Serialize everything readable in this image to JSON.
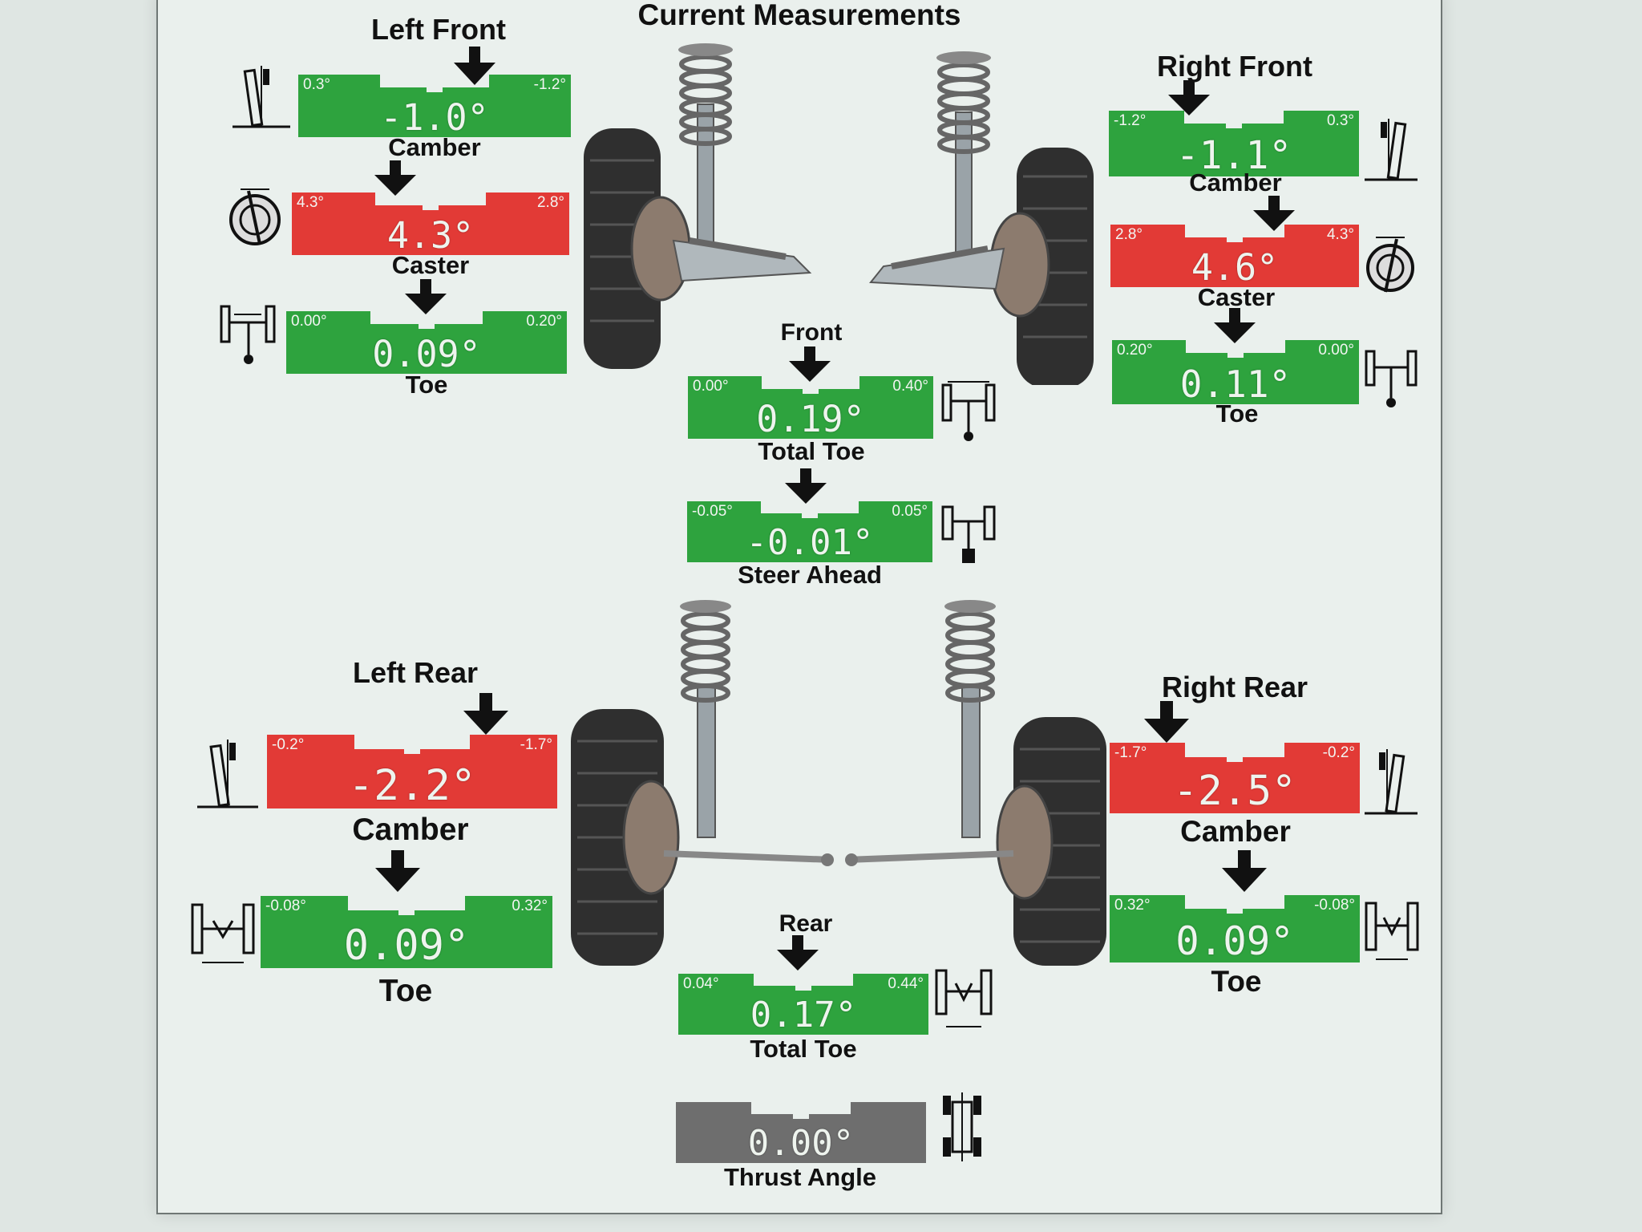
{
  "title": "Current Measurements",
  "colors": {
    "green": "#2ea33e",
    "red": "#e23a36",
    "gray": "#6e6e6e"
  },
  "sections": {
    "left_front": "Left Front",
    "right_front": "Right Front",
    "front": "Front",
    "left_rear": "Left Rear",
    "right_rear": "Right Rear",
    "rear": "Rear"
  },
  "gauges": {
    "lf_camber": {
      "label": "Camber",
      "min": "0.3°",
      "max": "-1.2°",
      "value": "-1.0°",
      "status": "green"
    },
    "lf_caster": {
      "label": "Caster",
      "min": "4.3°",
      "max": "2.8°",
      "value": "4.3°",
      "status": "red"
    },
    "lf_toe": {
      "label": "Toe",
      "min": "0.00°",
      "max": "0.20°",
      "value": "0.09°",
      "status": "green"
    },
    "rf_camber": {
      "label": "Camber",
      "min": "-1.2°",
      "max": "0.3°",
      "value": "-1.1°",
      "status": "green"
    },
    "rf_caster": {
      "label": "Caster",
      "min": "2.8°",
      "max": "4.3°",
      "value": "4.6°",
      "status": "red"
    },
    "rf_toe": {
      "label": "Toe",
      "min": "0.20°",
      "max": "0.00°",
      "value": "0.11°",
      "status": "green"
    },
    "front_total_toe": {
      "label": "Total Toe",
      "min": "0.00°",
      "max": "0.40°",
      "value": "0.19°",
      "status": "green"
    },
    "steer_ahead": {
      "label": "Steer Ahead",
      "min": "-0.05°",
      "max": "0.05°",
      "value": "-0.01°",
      "status": "green"
    },
    "lr_camber": {
      "label": "Camber",
      "min": "-0.2°",
      "max": "-1.7°",
      "value": "-2.2°",
      "status": "red"
    },
    "lr_toe": {
      "label": "Toe",
      "min": "-0.08°",
      "max": "0.32°",
      "value": "0.09°",
      "status": "green"
    },
    "rr_camber": {
      "label": "Camber",
      "min": "-1.7°",
      "max": "-0.2°",
      "value": "-2.5°",
      "status": "red"
    },
    "rr_toe": {
      "label": "Toe",
      "min": "0.32°",
      "max": "-0.08°",
      "value": "0.09°",
      "status": "green"
    },
    "rear_total_toe": {
      "label": "Total Toe",
      "min": "0.04°",
      "max": "0.44°",
      "value": "0.17°",
      "status": "green"
    },
    "thrust_angle": {
      "label": "Thrust Angle",
      "min": "",
      "max": "",
      "value": "0.00°",
      "status": "gray"
    }
  },
  "icons": {
    "camber": "camber-diagram-icon",
    "caster": "caster-diagram-icon",
    "toe": "toe-diagram-icon",
    "total_toe": "total-toe-diagram-icon",
    "steer_ahead": "steer-ahead-diagram-icon",
    "thrust_angle": "thrust-angle-diagram-icon",
    "suspension": "suspension-illustration"
  }
}
